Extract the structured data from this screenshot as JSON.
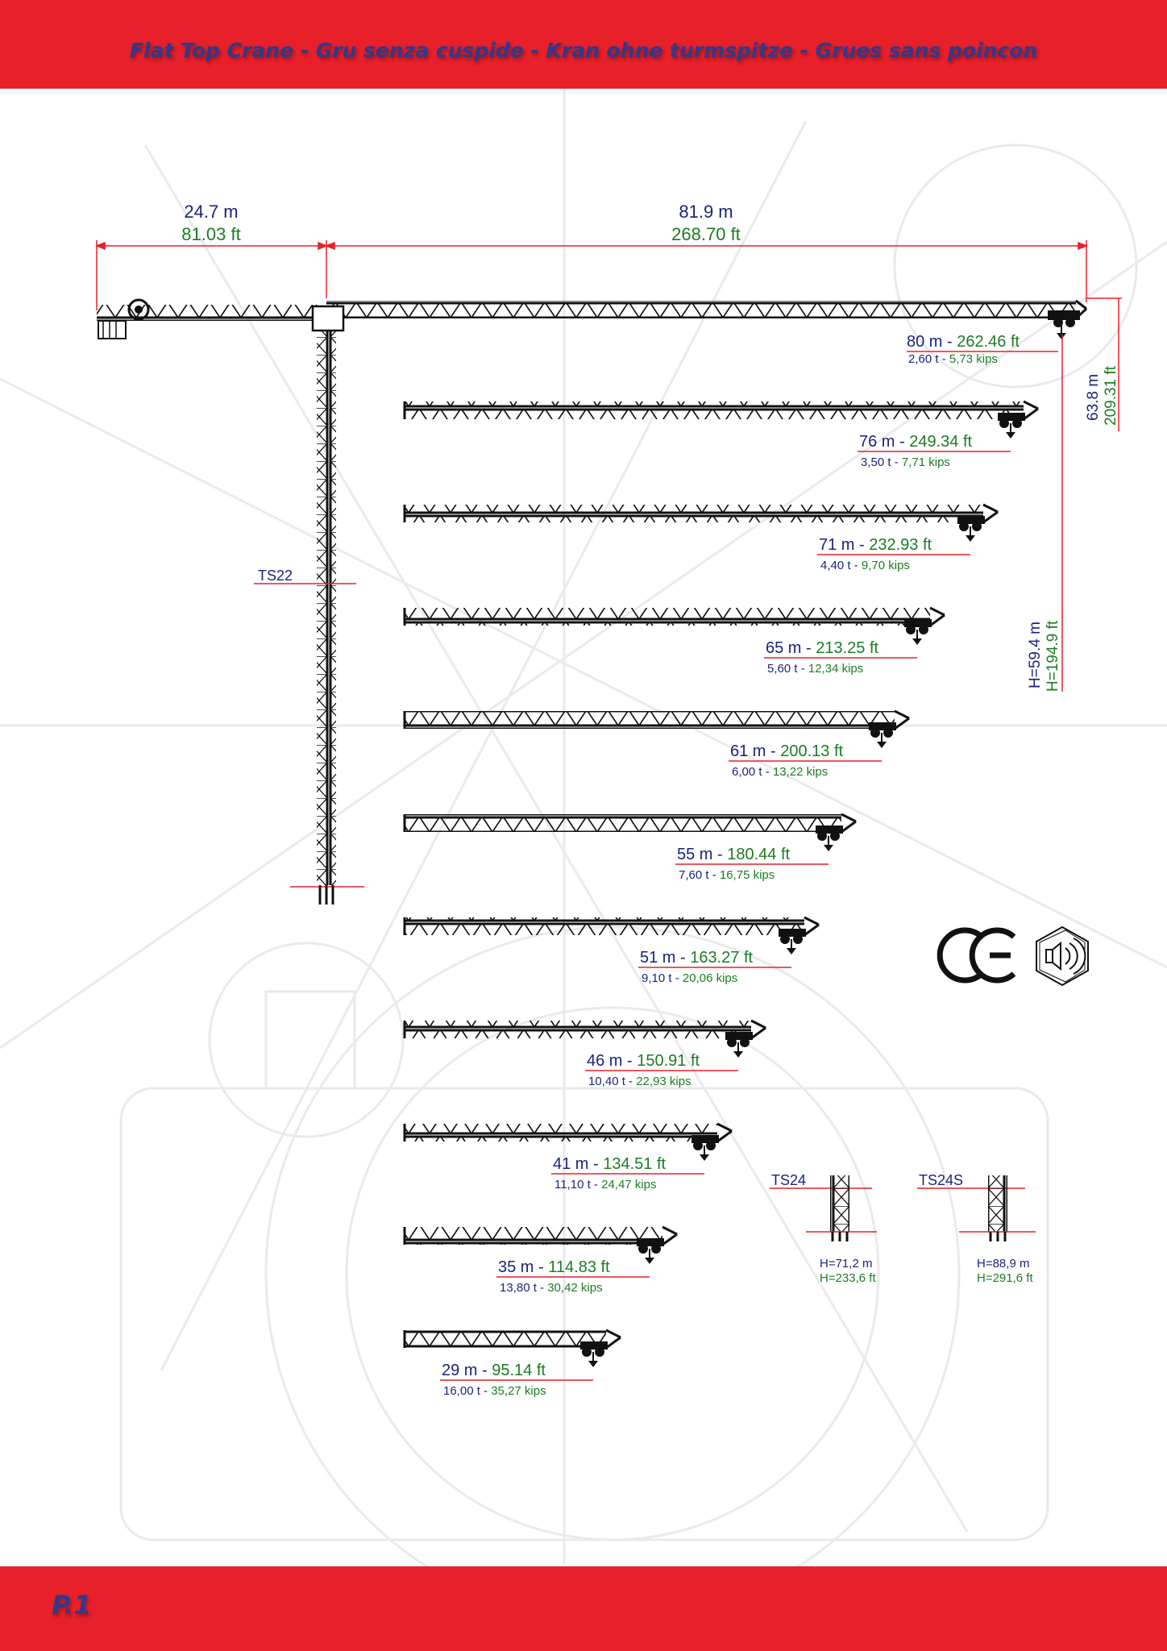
{
  "header": {
    "title": "Flat Top Crane - Gru senza cuspide - Kran ohne turmspitze - Grues sans poincon"
  },
  "footer": {
    "page": "P.1"
  },
  "counter_jib": {
    "m": "24.7 m",
    "ft": "81.03 ft"
  },
  "main_jib": {
    "m": "81.9 m",
    "ft": "268.70 ft"
  },
  "jib_height": {
    "m": "63.8 m",
    "ft": "209.31 ft"
  },
  "hook_height": {
    "m": "H=59.4 m",
    "ft": "H=194.9 ft"
  },
  "towers": {
    "ts22": {
      "label": "TS22"
    },
    "ts24": {
      "label": "TS24",
      "h_m": "H=71,2 m",
      "h_ft": "H=233,6 ft"
    },
    "ts24s": {
      "label": "TS24S",
      "h_m": "H=88,9 m",
      "h_ft": "H=291,6 ft"
    }
  },
  "jibs": [
    {
      "m": "80 m",
      "ft": "262.46 ft",
      "t": "2,60 t",
      "kips": "5,73 kips"
    },
    {
      "m": "76 m",
      "ft": "249.34 ft",
      "t": "3,50 t",
      "kips": "7,71 kips"
    },
    {
      "m": "71 m",
      "ft": "232.93 ft",
      "t": "4,40 t",
      "kips": "9,70 kips"
    },
    {
      "m": "65 m",
      "ft": "213.25 ft",
      "t": "5,60 t",
      "kips": "12,34 kips"
    },
    {
      "m": "61 m",
      "ft": "200.13 ft",
      "t": "6,00 t",
      "kips": "13,22 kips"
    },
    {
      "m": "55 m",
      "ft": "180.44 ft",
      "t": "7,60 t",
      "kips": "16,75 kips"
    },
    {
      "m": "51 m",
      "ft": "163.27 ft",
      "t": "9,10 t",
      "kips": "20,06 kips"
    },
    {
      "m": "46 m",
      "ft": "150.91 ft",
      "t": "10,40 t",
      "kips": "22,93 kips"
    },
    {
      "m": "41 m",
      "ft": "134.51 ft",
      "t": "11,10 t",
      "kips": "24,47 kips"
    },
    {
      "m": "35 m",
      "ft": "114.83 ft",
      "t": "13,80 t",
      "kips": "30,42 kips"
    },
    {
      "m": "29 m",
      "ft": "95.14 ft",
      "t": "16,00 t",
      "kips": "35,27 kips"
    }
  ],
  "colors": {
    "red": "#e8202a",
    "blue": "#1a237e",
    "green": "#1b7d23"
  },
  "certifications": [
    "ce-mark",
    "noise-level-icon"
  ]
}
